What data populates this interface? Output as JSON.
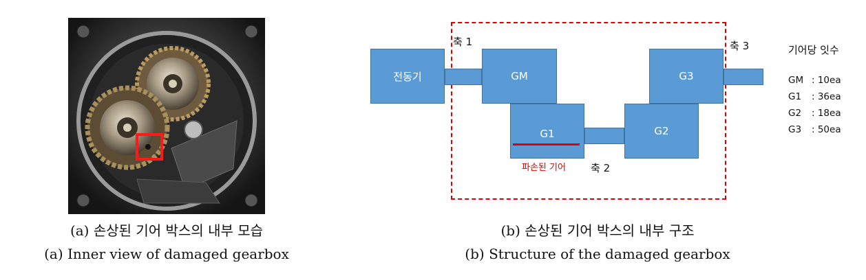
{
  "panel_a": {
    "caption_ko": "(a) 손상된 기어 박스의 내부 모습",
    "caption_en": "(a) Inner view of damaged gearbox"
  },
  "panel_b": {
    "caption_ko": "(b) 손상된 기어 박스의 내부 구조",
    "caption_en": "(b) Structure of the damaged gearbox",
    "blocks": {
      "motor": "전동기",
      "gm": "GM",
      "g1": "G1",
      "g2": "G2",
      "g3": "G3"
    },
    "shafts": {
      "shaft1": "축 1",
      "shaft2": "축 2",
      "shaft3": "축 3"
    },
    "damaged_gear_label": "파손된 기어",
    "teeth_title": "기어당 잇수",
    "teeth": [
      {
        "name": "GM",
        "value": ": 10ea"
      },
      {
        "name": "G1",
        "value": ":  36ea"
      },
      {
        "name": "G2",
        "value": ": 18ea"
      },
      {
        "name": "G3",
        "value": ": 50ea"
      }
    ],
    "colors": {
      "block": "#5b9bd5",
      "damage": "#e00000"
    }
  }
}
